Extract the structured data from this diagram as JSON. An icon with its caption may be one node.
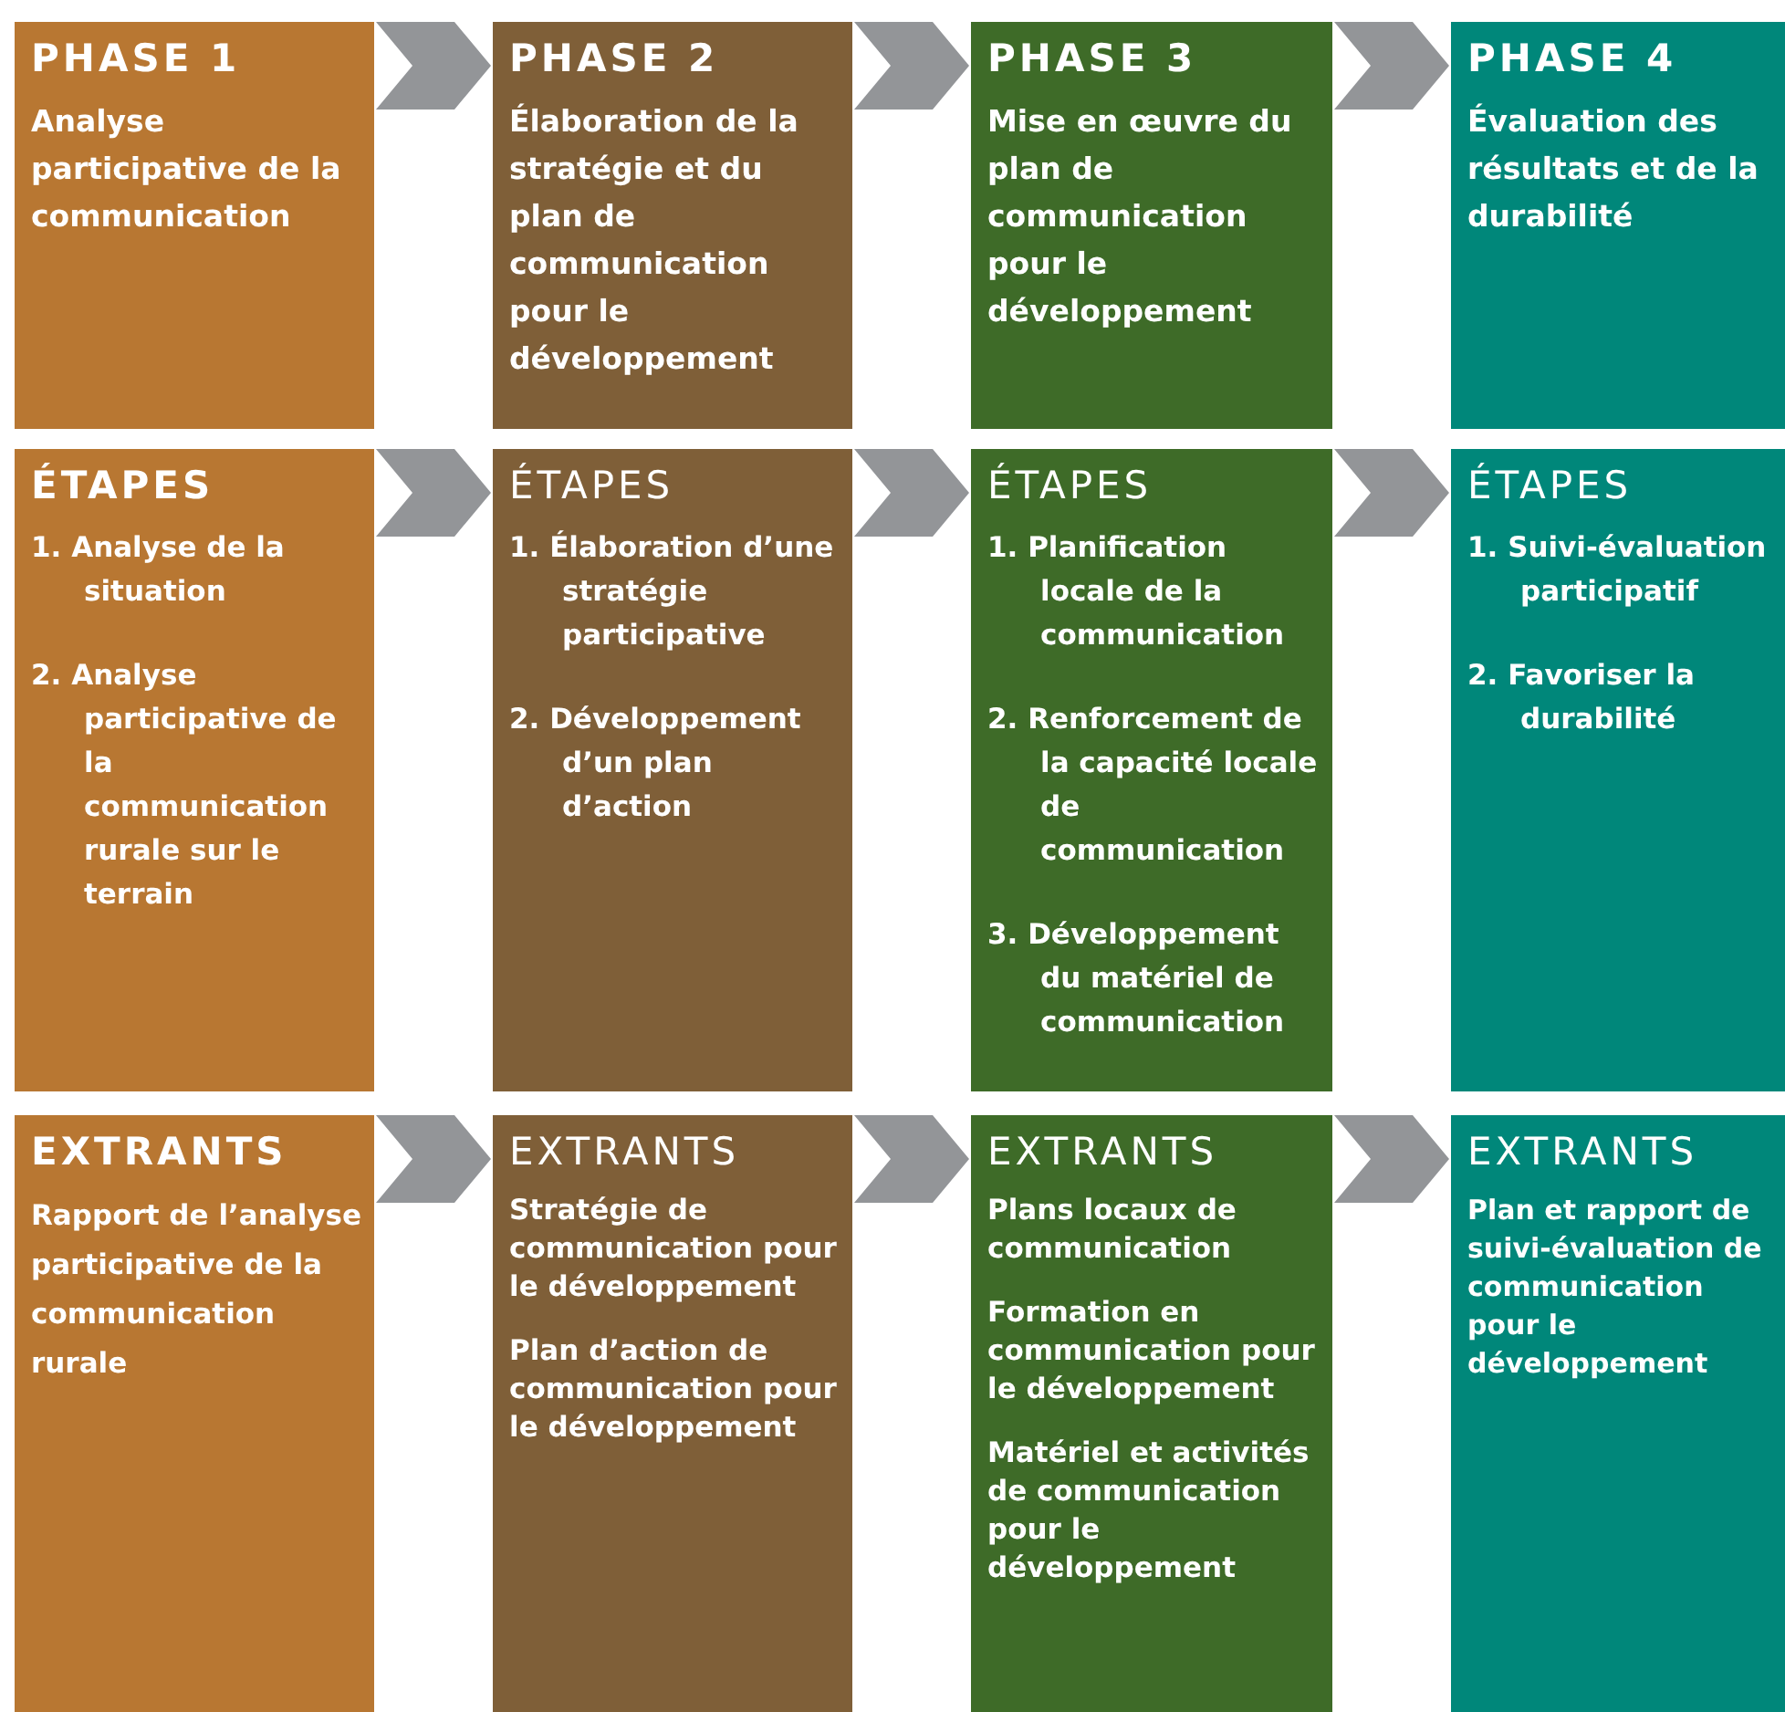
{
  "diagram": {
    "nodes": [
      {
        "text": [
          "PHASE 1",
          "Analyse participative de la communication"
        ]
      },
      {
        "text": [
          "PHASE 2",
          "Élaboration de la stratégie et du plan de communication pour le développement"
        ]
      },
      {
        "text": [
          "PHASE 3",
          "Mise en œuvre du plan de communication pour le développement"
        ]
      },
      {
        "text": [
          "PHASE 4",
          "Évaluation des résultats et de la durabilité"
        ]
      },
      {
        "text": [
          "ÉTAPES",
          "1. Analyse de la situation",
          "2. Analyse participative de la communication rurale sur le terrain"
        ]
      },
      {
        "text": [
          "ÉTAPES",
          "1. Élaboration d’une stratégie participative",
          "2. Développement d’un plan d’action"
        ]
      },
      {
        "text": [
          "ÉTAPES",
          "1. Planification locale de la communication",
          "2. Renforcement de la capacité locale de communication",
          "3. Développement du matériel de communication"
        ]
      },
      {
        "text": [
          "ÉTAPES",
          "1. Suivi-évaluation participatif",
          "2. Favoriser la durabilité"
        ]
      },
      {
        "text": [
          "EXTRANTS",
          "Rapport de l’analyse participative de la communication rurale"
        ]
      },
      {
        "text": [
          "EXTRANTS",
          "Stratégie de communication pour le développement",
          "Plan d’action de communication pour le développement"
        ]
      },
      {
        "text": [
          "EXTRANTS",
          "Plans locaux de communication",
          "Formation en communication pour le développement",
          "Matériel et activités de communication pour le développement"
        ]
      },
      {
        "text": [
          "EXTRANTS",
          "Plan et rapport de suivi-évaluation de communication pour le développement"
        ]
      }
    ],
    "edges": [
      {
        "from": 0,
        "to": 1,
        "arrow": "to"
      },
      {
        "from": 1,
        "to": 2,
        "arrow": "to"
      },
      {
        "from": 2,
        "to": 3,
        "arrow": "to"
      },
      {
        "from": 4,
        "to": 5,
        "arrow": "to"
      },
      {
        "from": 5,
        "to": 6,
        "arrow": "to"
      },
      {
        "from": 6,
        "to": 7,
        "arrow": "to"
      },
      {
        "from": 8,
        "to": 9,
        "arrow": "to"
      },
      {
        "from": 9,
        "to": 10,
        "arrow": "to"
      },
      {
        "from": 10,
        "to": 11,
        "arrow": "to"
      }
    ]
  }
}
